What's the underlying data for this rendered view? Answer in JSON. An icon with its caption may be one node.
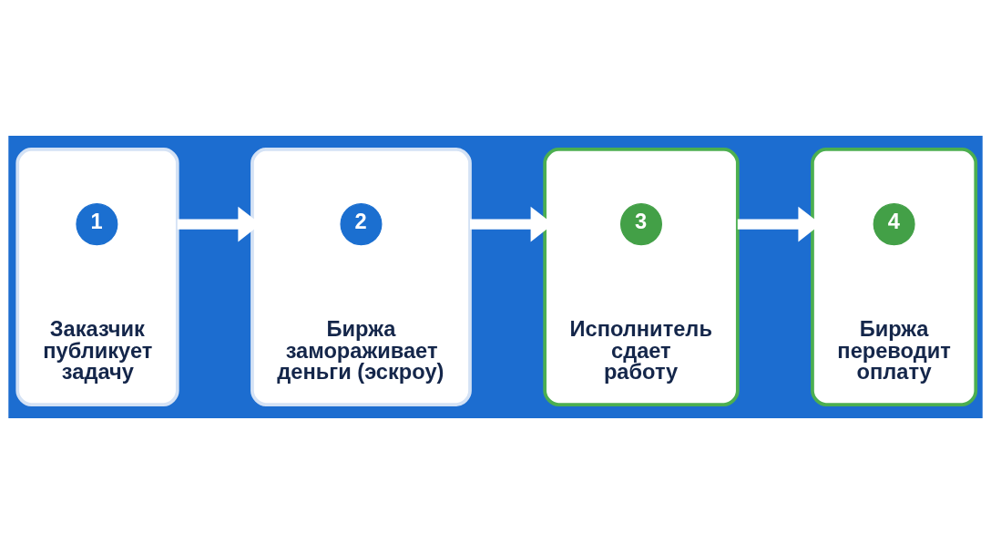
{
  "diagram": {
    "nodes": [
      {
        "text": [
          "Заказчик публикует задачу"
        ]
      },
      {
        "text": [
          "1"
        ],
        "in": 0
      },
      {
        "text": [
          "Биржа замораживает деньги (эскроу)"
        ]
      },
      {
        "text": [
          "2"
        ],
        "in": 2
      },
      {
        "text": [
          "Исполнитель сдает работу"
        ]
      },
      {
        "text": [
          "3"
        ],
        "in": 4
      },
      {
        "text": [
          "Биржа переводит оплату"
        ]
      },
      {
        "text": [
          "4"
        ],
        "in": 6
      }
    ],
    "edges": [
      {
        "from": 0,
        "to": 2,
        "arrow": "to"
      },
      {
        "from": 2,
        "to": 4,
        "arrow": "to"
      },
      {
        "from": 4,
        "to": 6,
        "arrow": "to"
      }
    ]
  }
}
